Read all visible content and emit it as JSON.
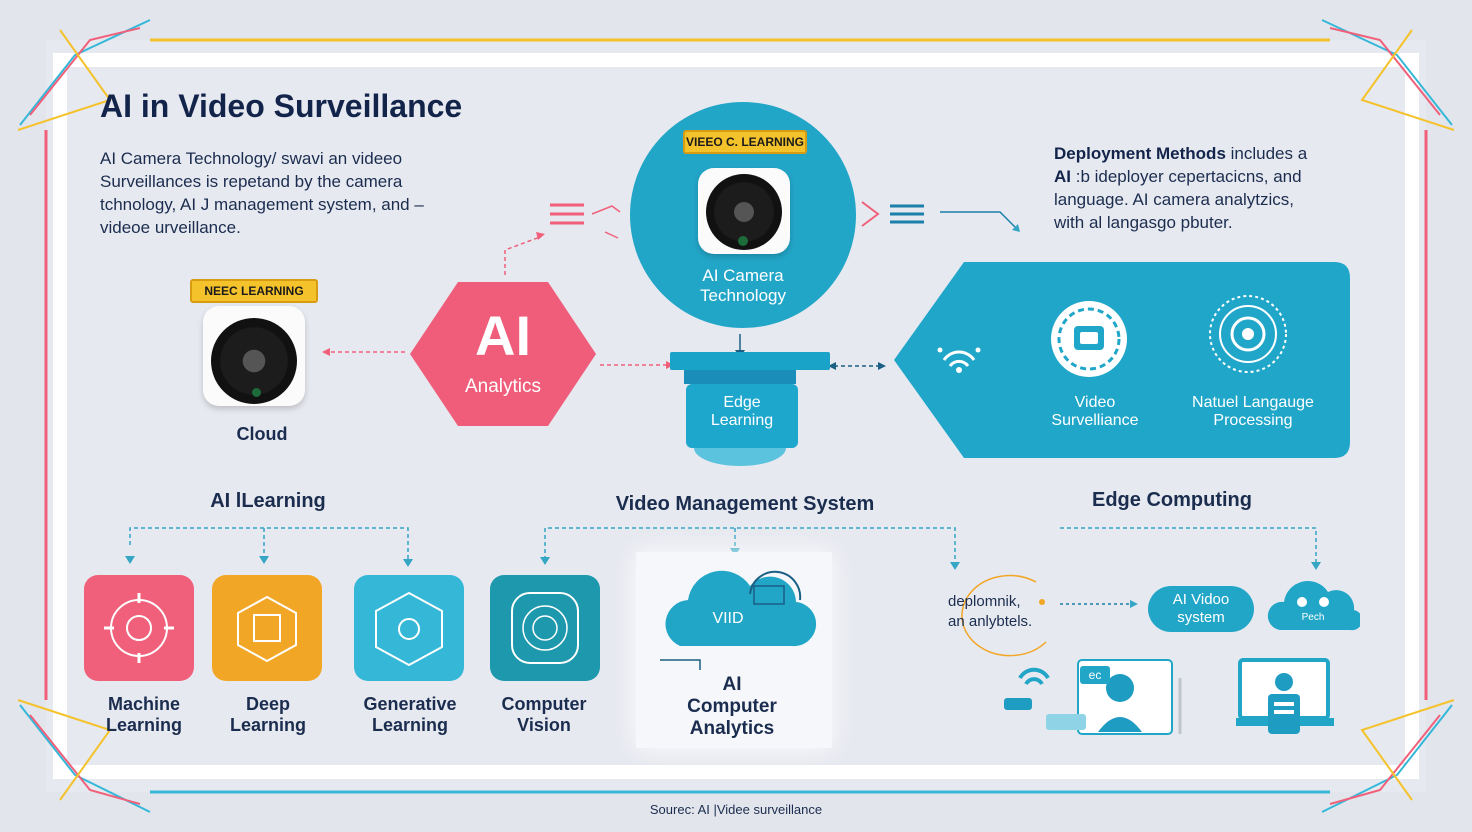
{
  "title": "AI in Video Surveillance",
  "intro": {
    "lines": [
      "AI Camera Technology/ swavi an videeo",
      "Surveillances is repetand by the camera",
      "tchnology, AI J management system, and –",
      "videoe urveillance."
    ]
  },
  "deployment": {
    "heading": "Deployment Methods",
    "line1_rest": " includes a",
    "line2_bold": "AI",
    "line2_rest": " :b ideployer cepertacicns, and",
    "line3": "language. AI camera analytzics,",
    "line4": "with al langasgo pbuter."
  },
  "top_camera": {
    "tag": "VIEEO C. LEARNING",
    "label_line1": "AI Camera",
    "label_line2": "Technology"
  },
  "cloud_camera": {
    "tag": "NEEC LEARNING",
    "label": "Cloud"
  },
  "ai_hexagon": {
    "big": "AI",
    "small": "Analytics"
  },
  "edge_learning": {
    "line1": "Edge",
    "line2": "Learning"
  },
  "edge_panel": {
    "video_line1": "Video",
    "video_line2": "Survelliance",
    "nlp_line1": "Natuel Langauge",
    "nlp_line2": "Processing"
  },
  "sections": {
    "ai_learning": "AI lLearning",
    "vms": "Video Management System",
    "edge_computing": "Edge Computing"
  },
  "tiles": [
    {
      "line1": "Machine",
      "line2": "Learning",
      "color": "#f0607a"
    },
    {
      "line1": "Deep",
      "line2": "Learning",
      "color": "#f2a626"
    },
    {
      "line1": "Generative",
      "line2": "Learning",
      "color": "#35b7d8"
    },
    {
      "line1": "Computer",
      "line2": "Vision",
      "color": "#1d98ad"
    }
  ],
  "vms_cloud": {
    "cloud_text": "VIID",
    "line1": "AI",
    "line2": "Computer",
    "line3": "Analytics"
  },
  "edge_items": {
    "deploy_line1": "deplomnik,",
    "deploy_line2": "an anlybtels.",
    "pill_line1": "AI Vidoo",
    "pill_line2": "system",
    "cloud_small": "Pech",
    "screen_tag": "ec"
  },
  "source": "Sourec:  AI |Videe surveillance",
  "colors": {
    "navy": "#13244a",
    "teal": "#22a7c7",
    "pink": "#f0607a",
    "yellow": "#f4c22b",
    "orange": "#f2a626"
  }
}
